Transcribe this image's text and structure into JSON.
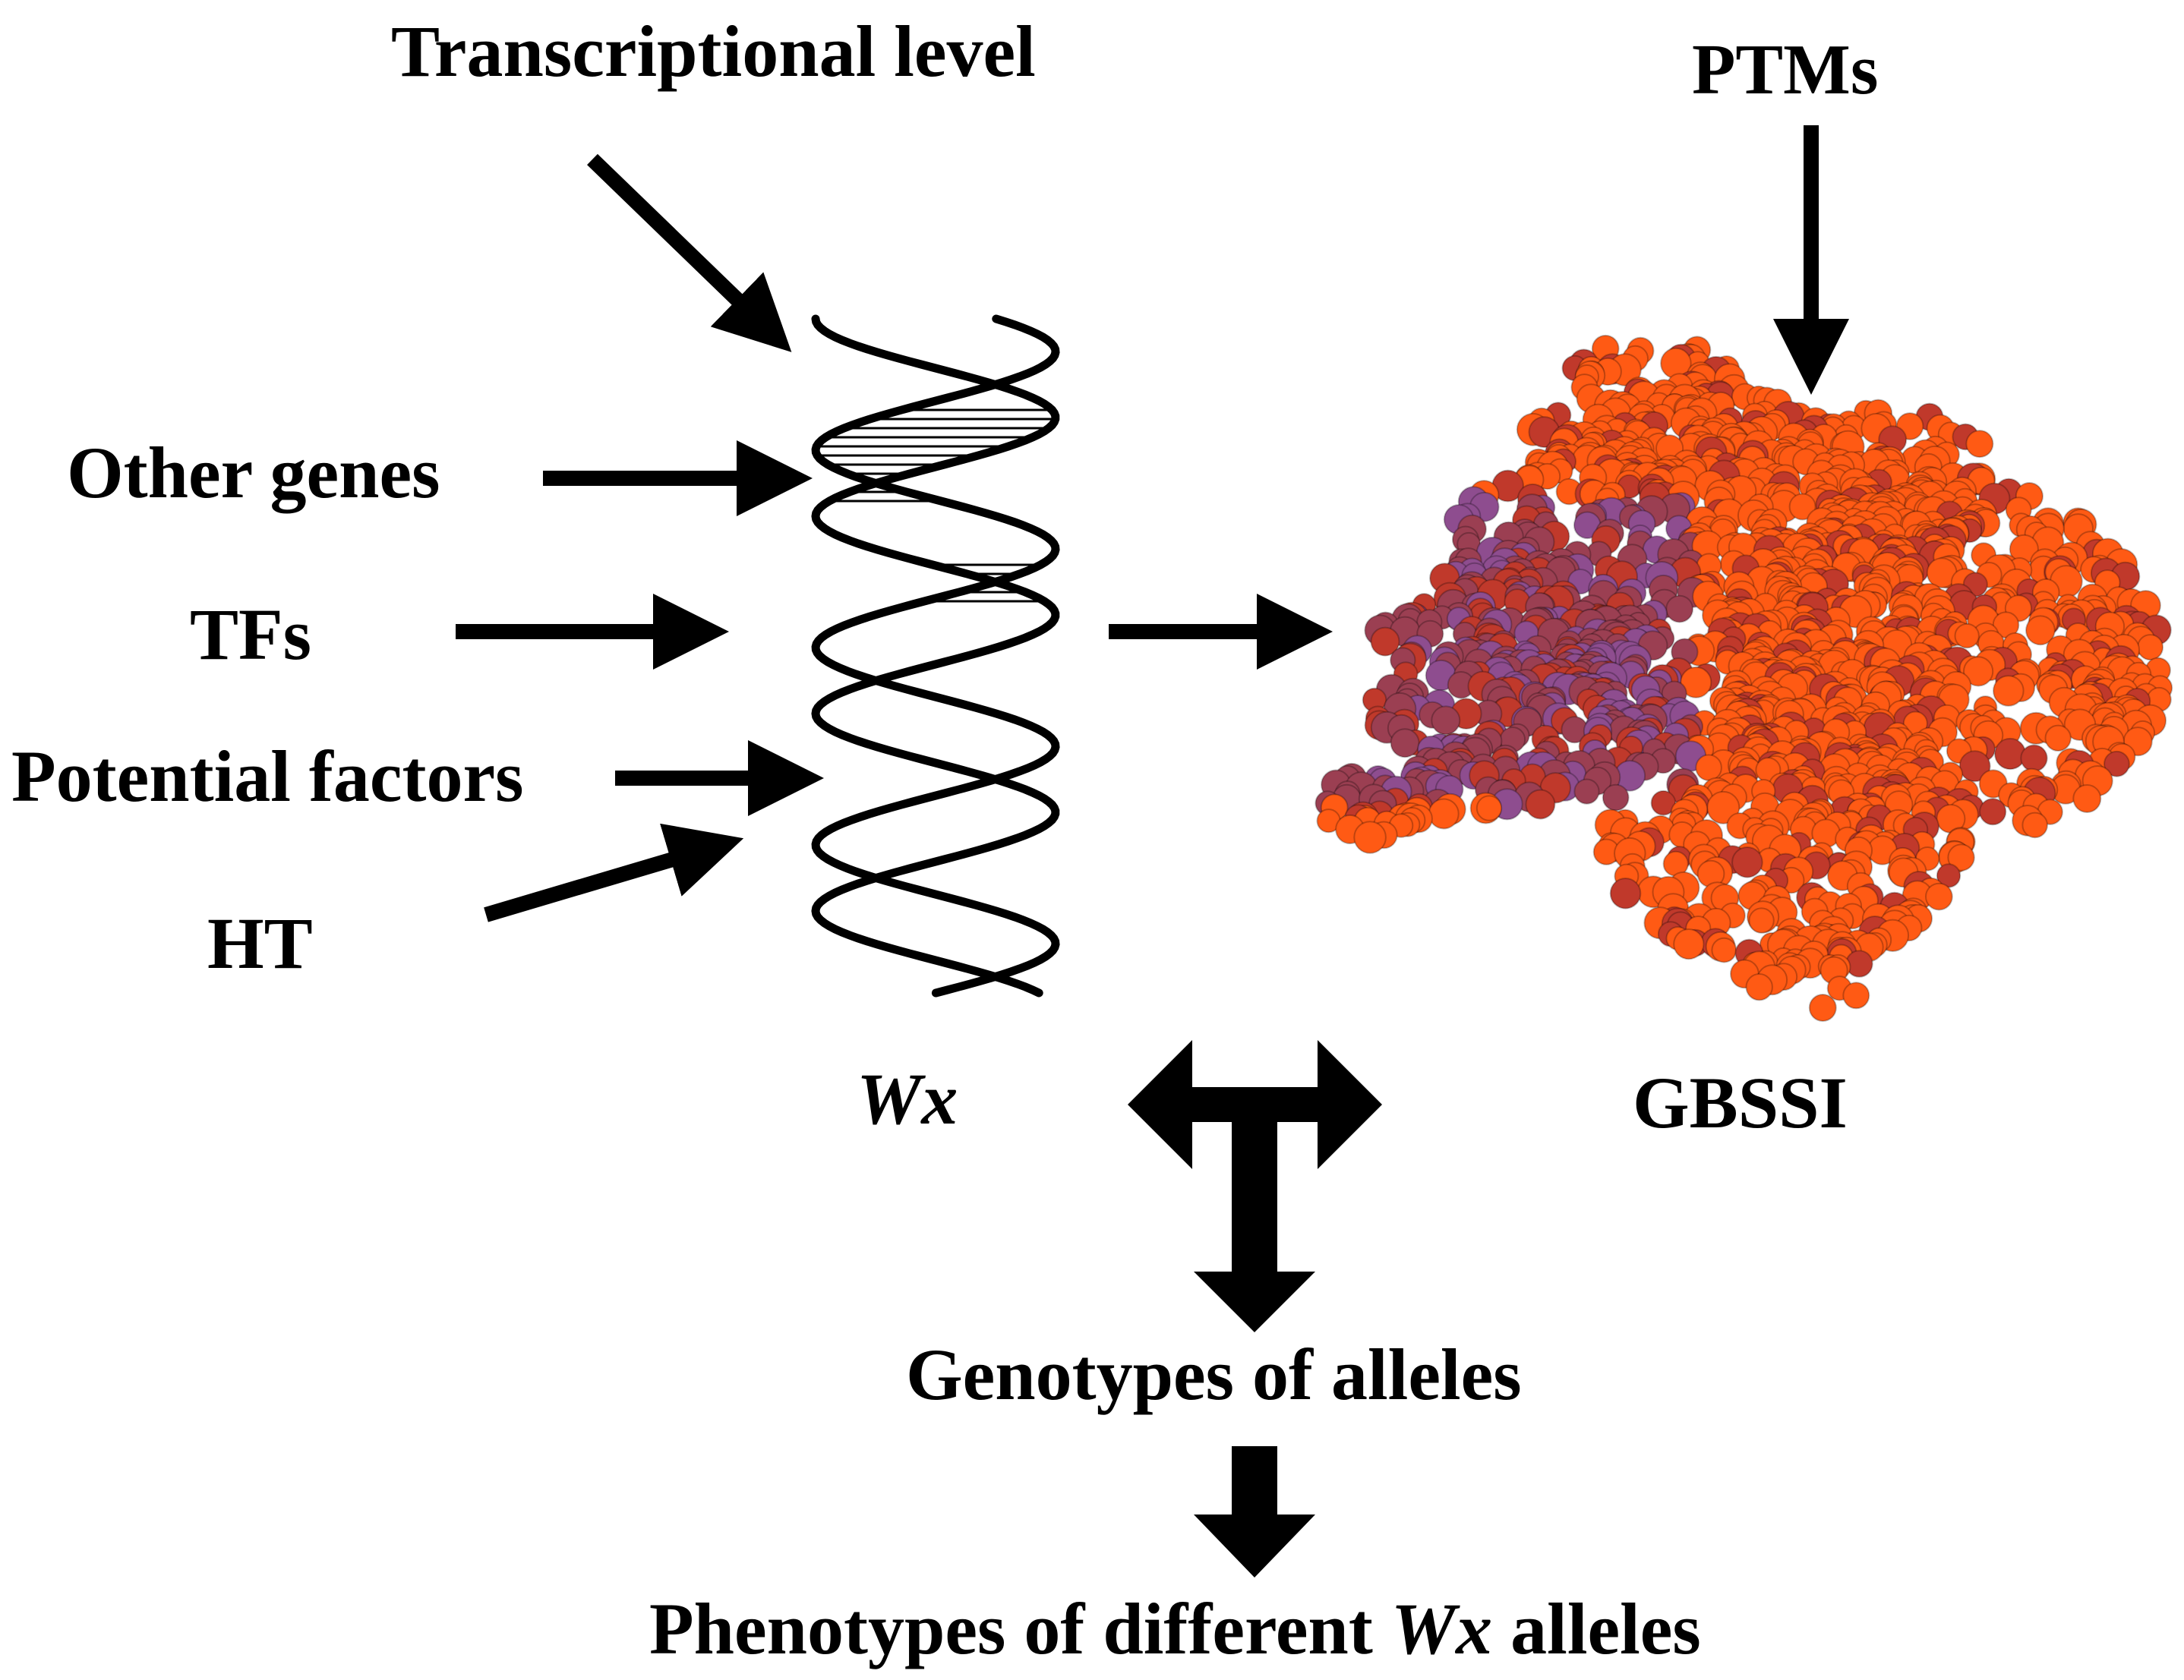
{
  "labels": {
    "transcriptional_level": "Transcriptional level",
    "ptms": "PTMs",
    "other_genes": "Other genes",
    "tfs": "TFs",
    "potential_factors": "Potential factors",
    "ht": "HT",
    "wx": "Wx",
    "gbssi": "GBSSI",
    "genotypes": "Genotypes of alleles",
    "phenotypes_pre": "Phenotypes of different",
    "phenotypes_wx": "Wx",
    "phenotypes_post": "alleles"
  },
  "icons": {
    "dna": "dna-double-helix-icon",
    "protein": "protein-structure-icon"
  },
  "colors": {
    "protein_orange": "#ff5a14",
    "protein_dark_red": "#c0392b",
    "protein_maroon": "#9b3f52",
    "protein_purple": "#8e4d8f",
    "text": "#000000"
  }
}
